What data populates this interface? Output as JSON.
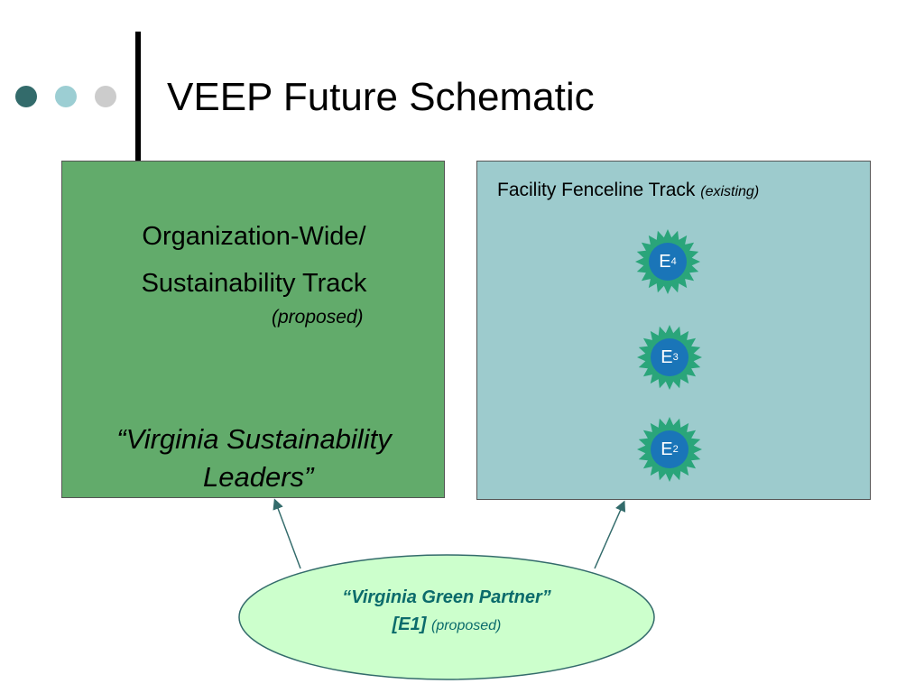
{
  "title": "VEEP Future Schematic",
  "colors": {
    "dot1": "#336b6b",
    "dot2": "#9cced3",
    "dot3": "#cccccc",
    "green_box": "#62ab6b",
    "teal_box": "#9dcbcd",
    "oval_fill": "#ccffcc",
    "badge_blue": "#1a75b8",
    "badge_green": "#2aa57a",
    "oval_text": "#0b6b6b",
    "arrow": "#336b6b"
  },
  "org_track": {
    "line1": "Organization-Wide/",
    "line2": "Sustainability Track",
    "status": "(proposed)",
    "quote_line1": "“Virginia Sustainability",
    "quote_line2": "Leaders”"
  },
  "facility_track": {
    "title": "Facility Fenceline Track",
    "status": "(existing)",
    "badges": [
      {
        "label": "E",
        "sup": "4"
      },
      {
        "label": "E",
        "sup": "3"
      },
      {
        "label": "E",
        "sup": "2"
      }
    ]
  },
  "partner": {
    "name": "“Virginia Green Partner”",
    "code": "[E1]",
    "status": "(proposed)"
  }
}
